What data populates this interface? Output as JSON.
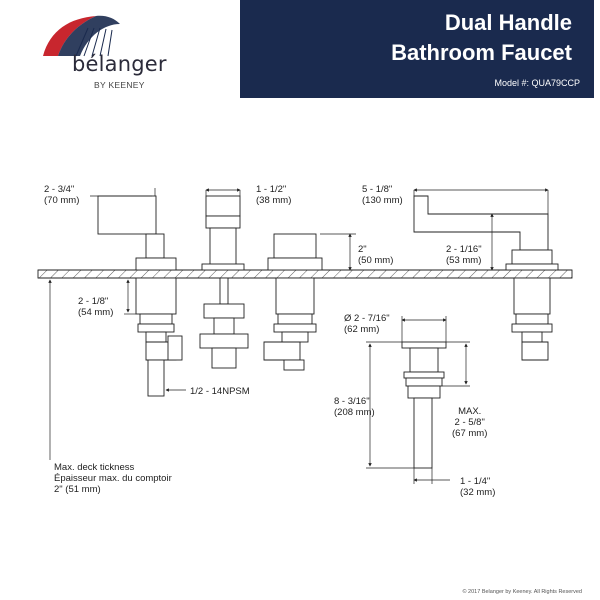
{
  "brand": {
    "name": "bélanger",
    "sub": "BY KEENEY"
  },
  "header": {
    "title_line1": "Dual Handle",
    "title_line2": "Bathroom Faucet",
    "model": "Model #: QUA79CCP"
  },
  "dimensions": {
    "handle_height_in": "2 - 3/4\"",
    "handle_height_mm": "(70 mm)",
    "spout_width_in": "1 - 1/2\"",
    "spout_width_mm": "(38 mm)",
    "lever_reach_in": "5 - 1/8\"",
    "lever_reach_mm": "(130 mm)",
    "handle_rise_in": "2\"",
    "handle_rise_mm": "(50 mm)",
    "lever_height_in": "2 - 1/16\"",
    "lever_height_mm": "(53 mm)",
    "shank_in": "2 - 1/8\"",
    "shank_mm": "(54 mm)",
    "thread": "1/2 - 14NPSM",
    "drain_dia_in": "Ø 2 - 7/16\"",
    "drain_dia_mm": "(62 mm)",
    "drain_len_in": "8 - 3/16\"",
    "drain_len_mm": "(208 mm)",
    "max_label": "MAX.",
    "max_in": "2 - 5/8\"",
    "max_mm": "(67 mm)",
    "tail_in": "1 - 1/4\"",
    "tail_mm": "(32 mm)",
    "deck_line1": "Max. deck tickness",
    "deck_line2": "Épaisseur max. du comptoir",
    "deck_line3": "2\" (51 mm)"
  },
  "footer": {
    "copyright": "© 2017 Belanger by Keeney. All Rights Reserved"
  },
  "colors": {
    "header_bg": "#1a2a4e",
    "logo_red": "#c8262e",
    "logo_navy": "#1a2a4e"
  }
}
